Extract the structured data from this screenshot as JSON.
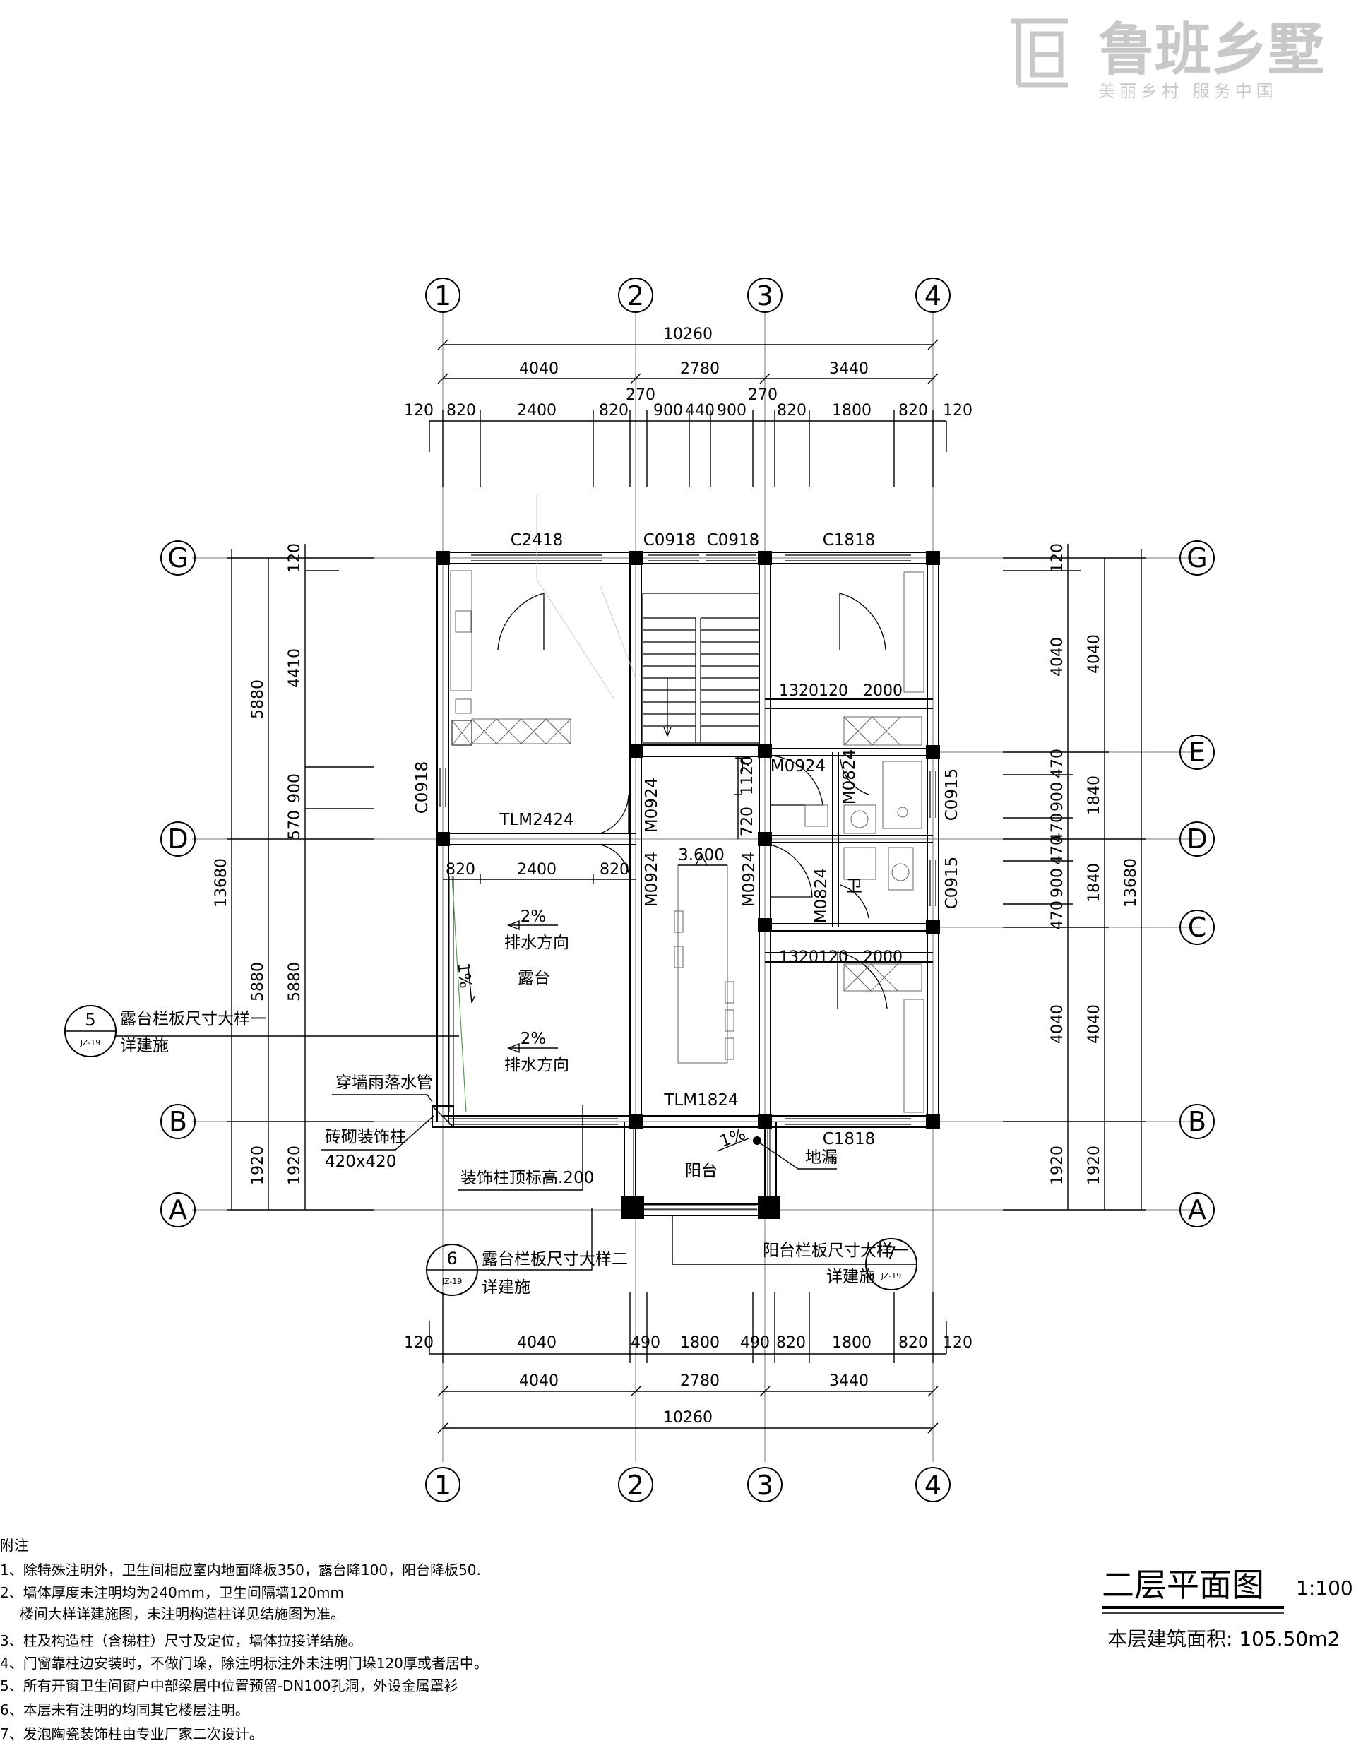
{
  "logo": {
    "name": "鲁班乡墅",
    "slogan": "美丽乡村  服务中国",
    "color": "#c8c8c8"
  },
  "axes": {
    "cols": [
      "1",
      "2",
      "3",
      "4"
    ],
    "rows": [
      "G",
      "E",
      "D",
      "C",
      "B",
      "A"
    ]
  },
  "dims_top": {
    "total": "10260",
    "bays": [
      "4040",
      "2780",
      "3440"
    ],
    "sub": [
      "120",
      "820",
      "2400",
      "820",
      "900",
      "440",
      "900",
      "820",
      "1800",
      "820",
      "120"
    ],
    "wall270a": "270",
    "wall270b": "270"
  },
  "dims_bottom": {
    "total": "10260",
    "bays": [
      "4040",
      "2780",
      "3440"
    ],
    "sub": [
      "120",
      "4040",
      "490",
      "1800",
      "490",
      "820",
      "1800",
      "820",
      "120"
    ]
  },
  "dims_left": {
    "total": "13680",
    "outer": [
      "5880",
      "5880",
      "1920"
    ],
    "inner": [
      "120",
      "4410",
      "900",
      "570",
      "5880",
      "1920"
    ]
  },
  "dims_right": {
    "total": "13680",
    "outer": [
      "4040",
      "1840",
      "1840",
      "4040",
      "1920"
    ],
    "inner": [
      "120",
      "4040",
      "470",
      "900",
      "470",
      "470",
      "900",
      "470",
      "4040",
      "1920"
    ]
  },
  "labels": {
    "c2418": "C2418",
    "c0918a": "C0918",
    "c0918b": "C0918",
    "c1818a": "C1818",
    "c0918c": "C0918",
    "tlm2424": "TLM2424",
    "m0924a": "M0924",
    "m0924b": "M0924",
    "m0924c": "M0924",
    "m0924d": "M0924",
    "m0824a": "M0824",
    "m0824b": "M0824",
    "c0915a": "C0915",
    "c0915b": "C0915",
    "tlm1824": "TLM1824",
    "c1818b": "C1818",
    "d1320a": "1320",
    "d120a": "120",
    "d2000a": "2000",
    "d1320b": "1320",
    "d120b": "120",
    "d2000b": "2000",
    "d1120": "1120",
    "d720": "720",
    "elev": "3.600",
    "d820a": "820",
    "d2400": "2400",
    "d820b": "820",
    "slope1": "2%",
    "drain1": "排水方向",
    "terrace": "露台",
    "slope2": "2%",
    "drain2": "排水方向",
    "slope3": "1%",
    "pipe": "穿墙雨落水管",
    "pillar": "砖砌装饰柱",
    "pillar_size": "420x420",
    "pillar_top": "装饰柱顶标高.200",
    "balcony": "阳台",
    "slope4": "1%",
    "floor_drain": "地漏",
    "down": "下",
    "toilet_mark": "卫"
  },
  "callouts": [
    {
      "num": "5",
      "ref": "JZ-19",
      "line1": "露台栏板尺寸大样一",
      "line2": "详建施"
    },
    {
      "num": "6",
      "ref": "JZ-19",
      "line1": "露台栏板尺寸大样二",
      "line2": "详建施"
    },
    {
      "num": "7",
      "ref": "JZ-19",
      "line1": "阳台栏板尺寸大样一",
      "line2": "详建施"
    }
  ],
  "title": {
    "main": "二层平面图",
    "scale": "1:100",
    "area": "本层建筑面积: 105.50m2"
  },
  "notes": {
    "head": "附注",
    "items": [
      "1、除特殊注明外，卫生间相应室内地面降板350，露台降100，阳台降板50.",
      "2、墙体厚度未注明均为240mm，卫生间隔墙120mm",
      "楼间大样详建施图，未注明构造柱详见结施图为准。",
      "3、柱及构造柱（含梯柱）尺寸及定位，墙体拉接详结施。",
      "4、门窗靠柱边安装时，不做门垛，除注明标注外未注明门垛120厚或者居中。",
      "5、所有开窗卫生间窗户中部梁居中位置预留-DN100孔洞，外设金属罩衫",
      "6、本层未有注明的均同其它楼层注明。",
      "7、发泡陶瓷装饰柱由专业厂家二次设计。"
    ]
  }
}
